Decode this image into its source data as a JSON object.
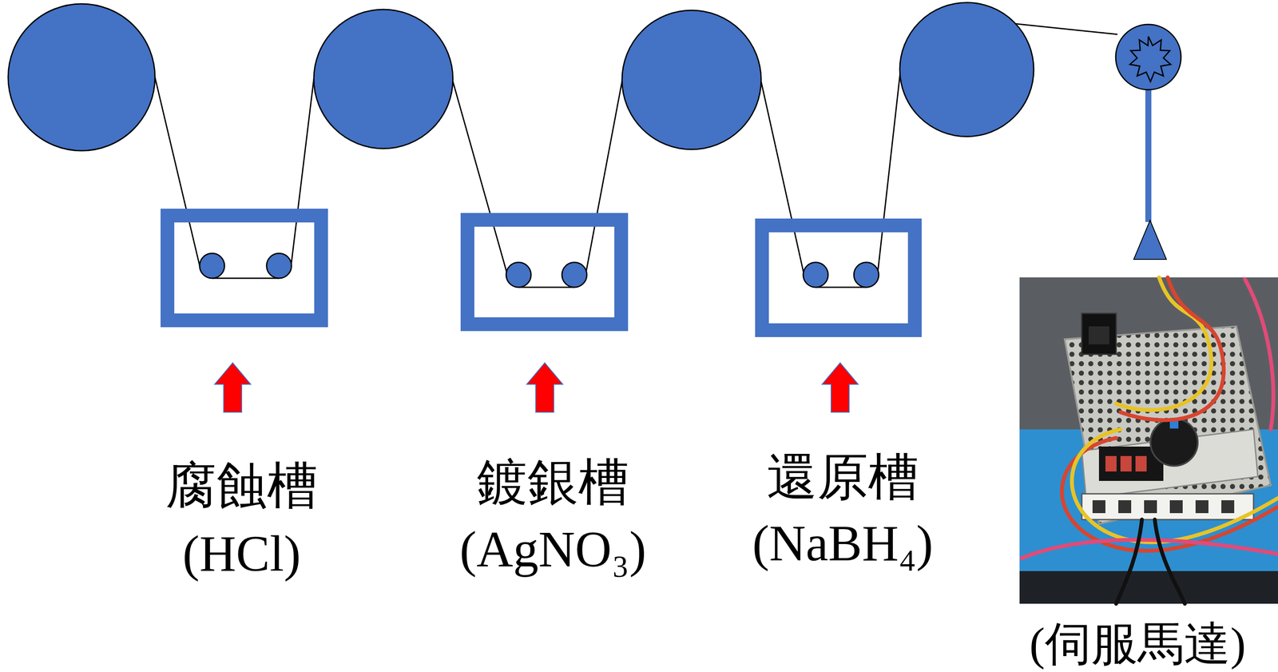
{
  "diagram": {
    "labels": [
      "腐蝕槽",
      "(HCl)",
      "鍍銀槽",
      "(AgNO₃)",
      "還原槽",
      "(NaBH₄)",
      "(伺服馬達)"
    ]
  }
}
